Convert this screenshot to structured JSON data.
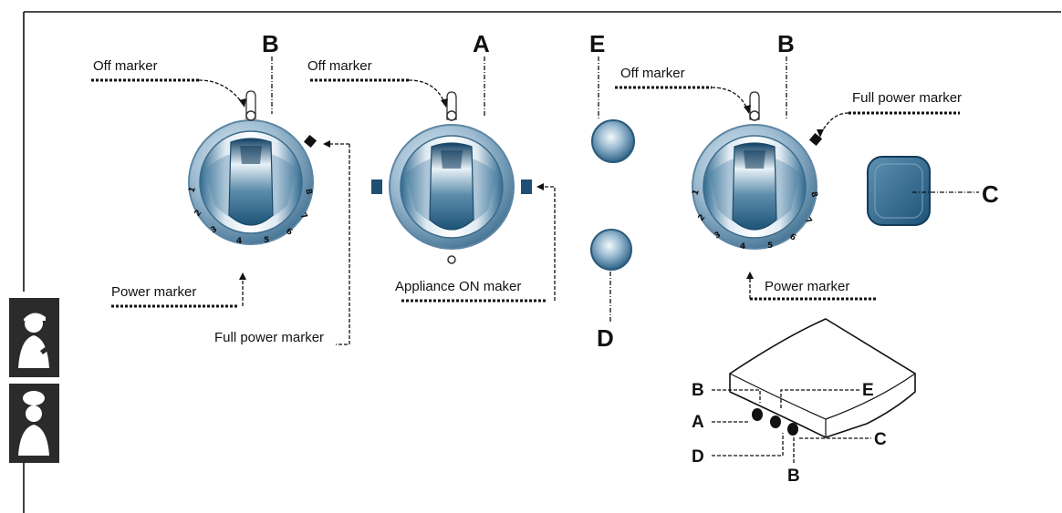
{
  "labels": {
    "off_marker": "Off marker",
    "full_power_marker": "Full power marker",
    "power_marker": "Power marker",
    "full_power_marker_left": "Full power marker",
    "appliance_on": "Appliance ON maker"
  },
  "letters": {
    "a": "A",
    "b": "B",
    "c": "C",
    "d": "D",
    "e": "E"
  },
  "dial_numbers": [
    "1",
    "2",
    "3",
    "4",
    "5",
    "6",
    "7",
    "8"
  ],
  "colors": {
    "ring": "#8fb1c9",
    "bezel_dark": "#4d7896",
    "knob_light": "#eef4f8",
    "knob_dark": "#1f5a80",
    "outline": "#111111"
  },
  "icons": [
    "technician-icon",
    "cook-icon"
  ]
}
